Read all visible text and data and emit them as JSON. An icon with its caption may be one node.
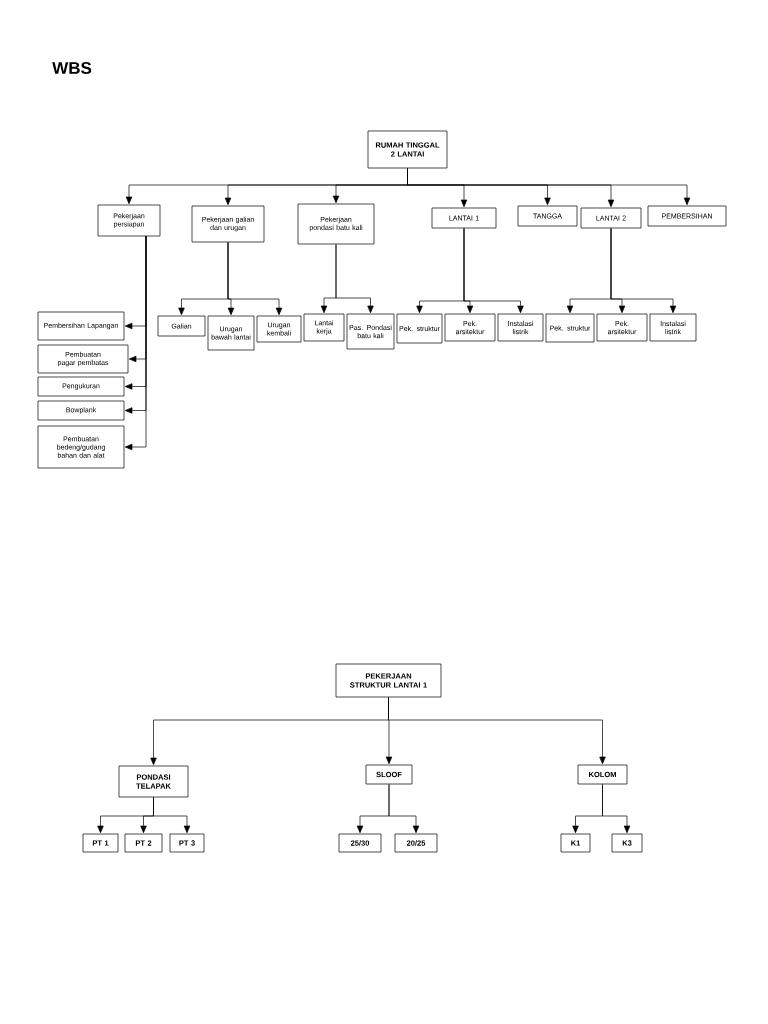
{
  "diagram": {
    "title": "WBS",
    "nodes": [
      {
        "text": [
          "RUMAH TINGGAL 2 LANTAI"
        ]
      },
      {
        "text": [
          "Pekerjaan persiapan"
        ]
      },
      {
        "text": [
          "Pekerjaan galian dan urugan"
        ]
      },
      {
        "text": [
          "Pekerjaan pondasi batu kali"
        ]
      },
      {
        "text": [
          "LANTAI 1"
        ]
      },
      {
        "text": [
          "TANGGA"
        ]
      },
      {
        "text": [
          "LANTAI 2"
        ]
      },
      {
        "text": [
          "PEMBERSIHAN"
        ]
      },
      {
        "text": [
          "Galian"
        ]
      },
      {
        "text": [
          "Urugan bawah lantai"
        ]
      },
      {
        "text": [
          "Urugan kembali"
        ]
      },
      {
        "text": [
          "Lantai kerja"
        ]
      },
      {
        "text": [
          "Pas. Pondasi batu kali"
        ]
      },
      {
        "text": [
          "Pek. struktur"
        ]
      },
      {
        "text": [
          "Pek. arsitektur"
        ]
      },
      {
        "text": [
          "Instalasi listrik"
        ]
      },
      {
        "text": [
          "Pek. struktur"
        ]
      },
      {
        "text": [
          "Pek. arsitektur"
        ]
      },
      {
        "text": [
          "Instalasi listrik"
        ]
      },
      {
        "text": [
          "Pembersihan Lapangan"
        ]
      },
      {
        "text": [
          "Pembuatan pagar pembatas"
        ]
      },
      {
        "text": [
          "Pengukuran"
        ]
      },
      {
        "text": [
          "Bowplank"
        ]
      },
      {
        "text": [
          "Pembuatan bedeng/gudang bahan dan alat"
        ]
      },
      {
        "text": [
          "PEKERJAAN STRUKTUR LANTAI 1"
        ]
      },
      {
        "text": [
          "PONDASI TELAPAK"
        ]
      },
      {
        "text": [
          "SLOOF"
        ]
      },
      {
        "text": [
          "KOLOM"
        ]
      },
      {
        "text": [
          "PT 1"
        ]
      },
      {
        "text": [
          "PT 2"
        ]
      },
      {
        "text": [
          "PT 3"
        ]
      },
      {
        "text": [
          "25/30"
        ]
      },
      {
        "text": [
          "20/25"
        ]
      },
      {
        "text": [
          "K1"
        ]
      },
      {
        "text": [
          "K3"
        ]
      }
    ],
    "edges": [
      {
        "from": 0,
        "to": 1,
        "arrow": "to"
      },
      {
        "from": 0,
        "to": 2,
        "arrow": "to"
      },
      {
        "from": 0,
        "to": 3,
        "arrow": "to"
      },
      {
        "from": 0,
        "to": 4,
        "arrow": "to"
      },
      {
        "from": 0,
        "to": 5,
        "arrow": "to"
      },
      {
        "from": 0,
        "to": 6,
        "arrow": "to"
      },
      {
        "from": 0,
        "to": 7,
        "arrow": "to"
      },
      {
        "from": 2,
        "to": 8,
        "arrow": "to"
      },
      {
        "from": 2,
        "to": 9,
        "arrow": "to"
      },
      {
        "from": 2,
        "to": 10,
        "arrow": "to"
      },
      {
        "from": 3,
        "to": 11,
        "arrow": "to"
      },
      {
        "from": 3,
        "to": 12,
        "arrow": "to"
      },
      {
        "from": 4,
        "to": 13,
        "arrow": "to"
      },
      {
        "from": 4,
        "to": 14,
        "arrow": "to"
      },
      {
        "from": 4,
        "to": 15,
        "arrow": "to"
      },
      {
        "from": 6,
        "to": 16,
        "arrow": "to"
      },
      {
        "from": 6,
        "to": 17,
        "arrow": "to"
      },
      {
        "from": 6,
        "to": 18,
        "arrow": "to"
      },
      {
        "from": 1,
        "to": 19,
        "arrow": "to"
      },
      {
        "from": 1,
        "to": 20,
        "arrow": "to"
      },
      {
        "from": 1,
        "to": 21,
        "arrow": "to"
      },
      {
        "from": 1,
        "to": 22,
        "arrow": "to"
      },
      {
        "from": 1,
        "to": 23,
        "arrow": "to"
      },
      {
        "from": 24,
        "to": 25,
        "arrow": "to"
      },
      {
        "from": 24,
        "to": 26,
        "arrow": "to"
      },
      {
        "from": 24,
        "to": 27,
        "arrow": "to"
      },
      {
        "from": 25,
        "to": 28,
        "arrow": "to"
      },
      {
        "from": 25,
        "to": 29,
        "arrow": "to"
      },
      {
        "from": 25,
        "to": 30,
        "arrow": "to"
      },
      {
        "from": 26,
        "to": 31,
        "arrow": "to"
      },
      {
        "from": 26,
        "to": 32,
        "arrow": "to"
      },
      {
        "from": 27,
        "to": 33,
        "arrow": "to"
      },
      {
        "from": 27,
        "to": 34,
        "arrow": "to"
      }
    ]
  }
}
